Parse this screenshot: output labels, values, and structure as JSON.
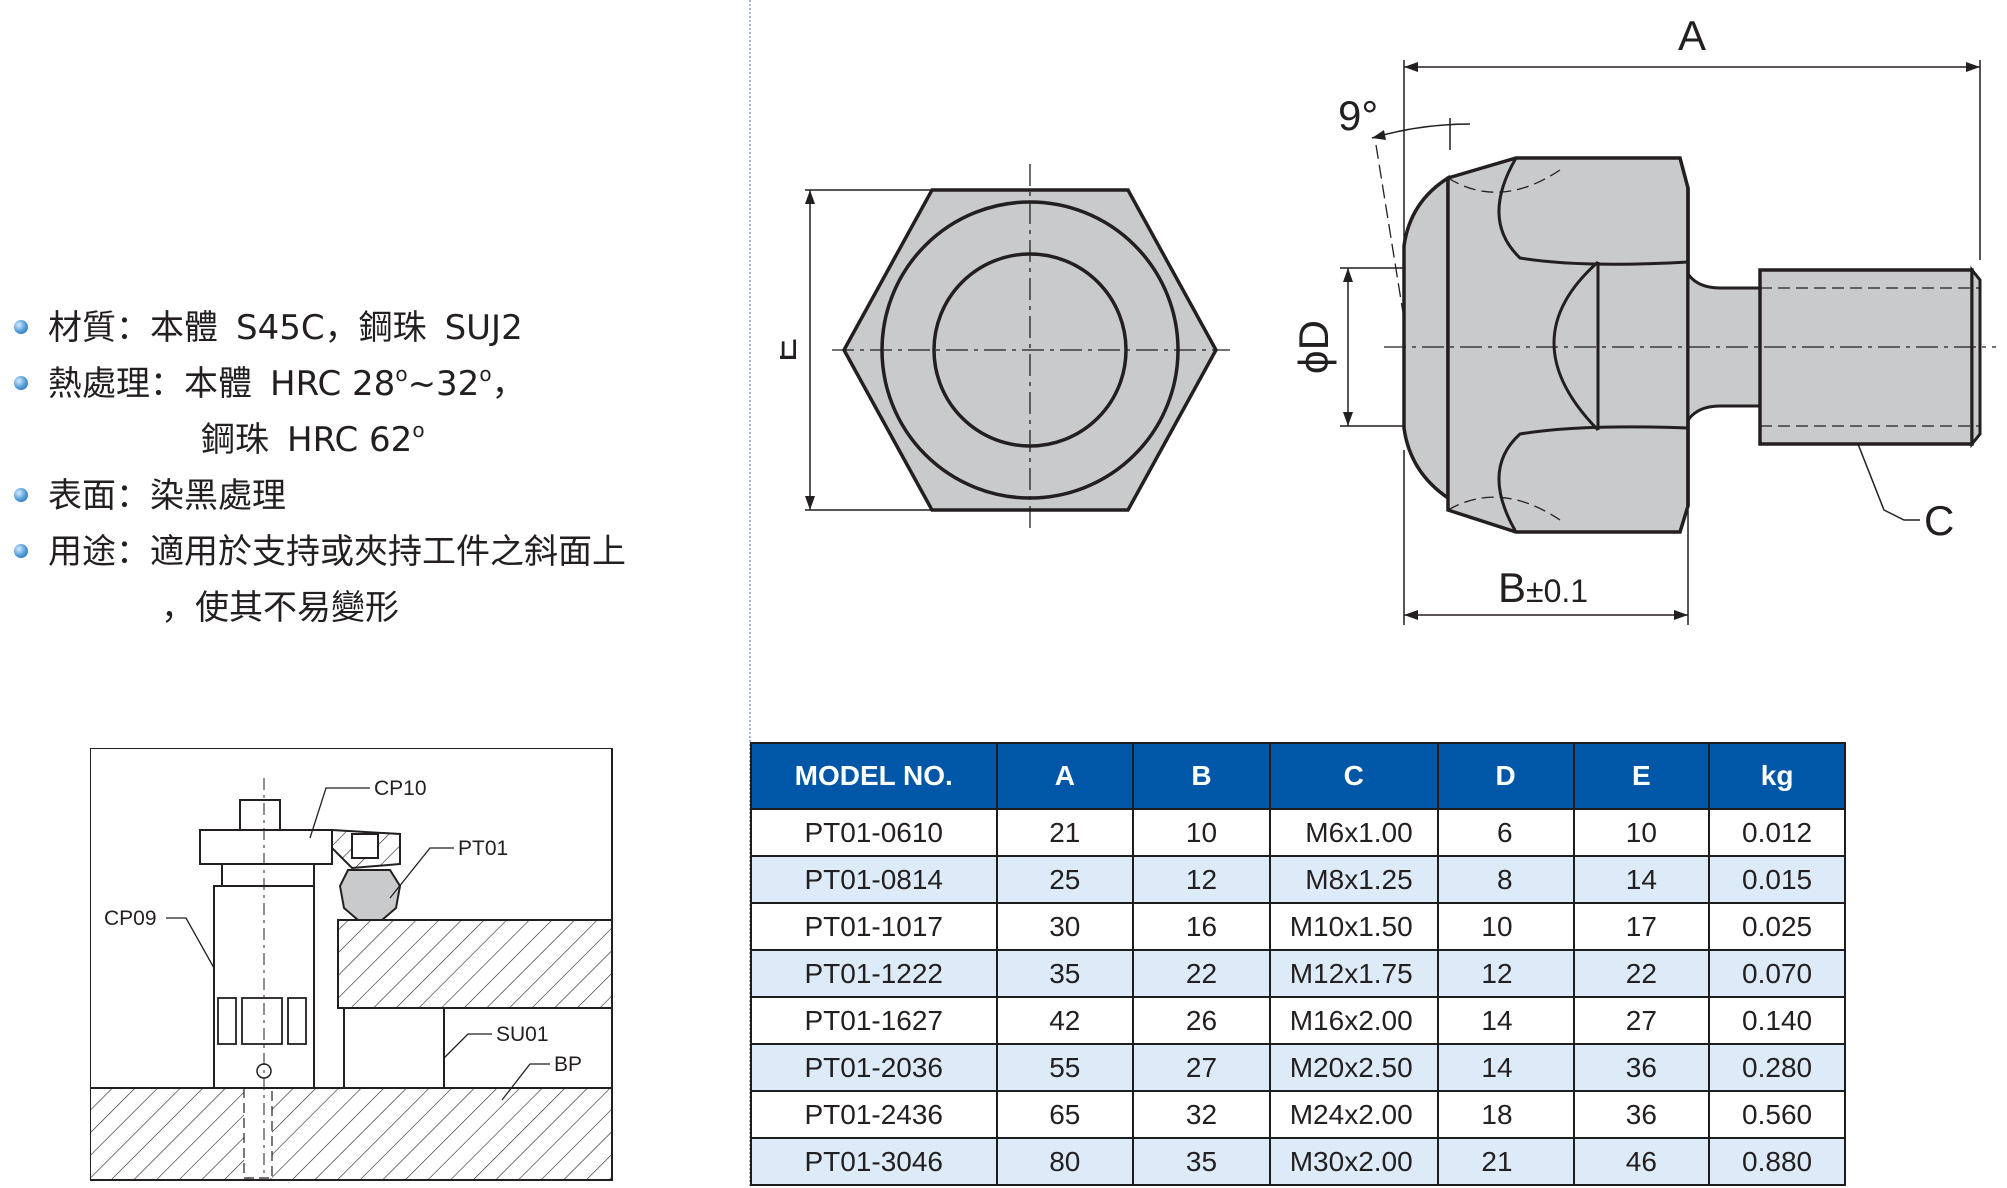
{
  "specs": {
    "material": {
      "label": "材質：",
      "body": "本體",
      "body_material": "S45C",
      "ball": "，鋼珠",
      "ball_material": "SUJ2"
    },
    "heat": {
      "label": "熱處理：",
      "body": "本體",
      "body_hrc": "HRC 28",
      "deg": "o",
      "tilde": "~32",
      "deg2": "o",
      "comma": "，",
      "ball": "鋼珠",
      "ball_hrc": "HRC 62",
      "deg3": "o"
    },
    "surface": {
      "label": "表面：",
      "value": "染黑處理"
    },
    "usage": {
      "label": "用途：",
      "line1": "適用於支持或夾持工件之斜面上",
      "line2": "，使其不易變形"
    }
  },
  "drawing": {
    "dim_E": "E",
    "dim_A": "A",
    "dim_D": "ϕD",
    "dim_B": "B",
    "dim_B_tol": "±0.1",
    "dim_C": "C",
    "angle": "9°"
  },
  "assembly": {
    "cp10": "CP10",
    "pt01": "PT01",
    "cp09": "CP09",
    "su01": "SU01",
    "bp": "BP"
  },
  "table": {
    "headers": [
      "MODEL NO.",
      "A",
      "B",
      "C",
      "D",
      "E",
      "kg"
    ],
    "rows": [
      [
        "PT01-0610",
        "21",
        "10",
        "M6x1.00",
        "6",
        "10",
        "0.012"
      ],
      [
        "PT01-0814",
        "25",
        "12",
        "M8x1.25",
        "8",
        "14",
        "0.015"
      ],
      [
        "PT01-1017",
        "30",
        "16",
        "M10x1.50",
        "10",
        "17",
        "0.025"
      ],
      [
        "PT01-1222",
        "35",
        "22",
        "M12x1.75",
        "12",
        "22",
        "0.070"
      ],
      [
        "PT01-1627",
        "42",
        "26",
        "M16x2.00",
        "14",
        "27",
        "0.140"
      ],
      [
        "PT01-2036",
        "55",
        "27",
        "M20x2.50",
        "14",
        "36",
        "0.280"
      ],
      [
        "PT01-2436",
        "65",
        "32",
        "M24x2.00",
        "18",
        "36",
        "0.560"
      ],
      [
        "PT01-3046",
        "80",
        "35",
        "M30x2.00",
        "21",
        "46",
        "0.880"
      ]
    ]
  }
}
